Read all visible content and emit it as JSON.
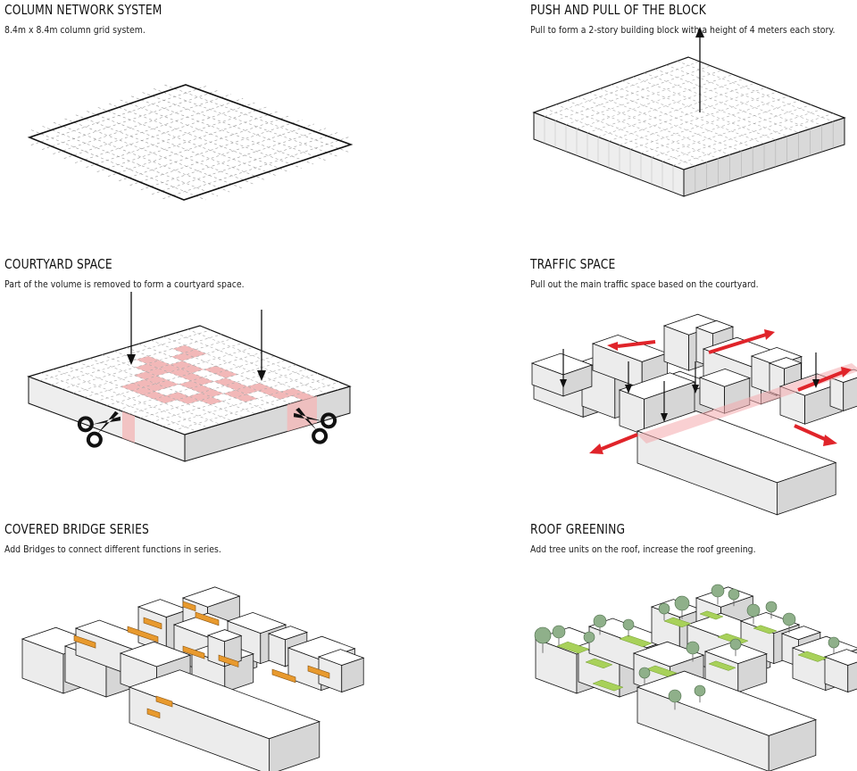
{
  "panels": [
    {
      "title": "COLUMN NETWORK SYSTEM",
      "caption": "8.4m x 8.4m column grid system."
    },
    {
      "title": "PUSH AND PULL OF THE BLOCK",
      "caption": "Pull to form a 2-story building block with a height of 4 meters each story."
    },
    {
      "title": "COURTYARD SPACE",
      "caption": "Part of the volume is removed to form a courtyard space."
    },
    {
      "title": "TRAFFIC SPACE",
      "caption": "Pull out the main traffic space based on the courtyard."
    },
    {
      "title": "COVERED BRIDGE SERIES",
      "caption": "Add Bridges to connect different functions in series."
    },
    {
      "title": "ROOF GREENING",
      "caption": "Add tree units on the roof, increase the roof greening."
    }
  ],
  "colors": {
    "line": "#111111",
    "grid": "#9a9a9a",
    "block_top": "#ffffff",
    "block_side_left": "#ececec",
    "block_side_right": "#d6d6d6",
    "courtyard": "#f2b8b8",
    "traffic_arrow": "#e0242a",
    "bridge": "#e89a2e",
    "green_roof": "#a8d15a",
    "tree": "#8fb08a"
  },
  "icons": [
    "scissors-icon",
    "arrow-down-icon",
    "arrow-up-icon"
  ]
}
